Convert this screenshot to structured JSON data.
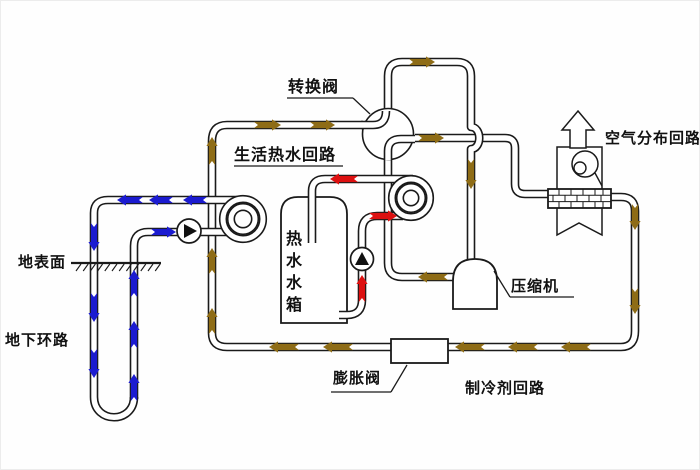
{
  "diagram": {
    "labels": {
      "reversing_valve": "转换阀",
      "air_distribution_loop": "空气分布回路",
      "domestic_hot_water_loop": "生活热水回路",
      "hot_water_tank": "热水水箱",
      "compressor": "压缩机",
      "ground_surface": "地表面",
      "underground_loop": "地下环路",
      "expansion_valve": "膨胀阀",
      "refrigerant_loop": "制冷剂回路"
    },
    "colors": {
      "pipe_outline": "#1a1a1a",
      "refrigerant_flow": "#8e6c16",
      "ground_loop_flow": "#1b1bd0",
      "hot_water_flow": "#dd1010",
      "background": "#fefefe"
    }
  }
}
